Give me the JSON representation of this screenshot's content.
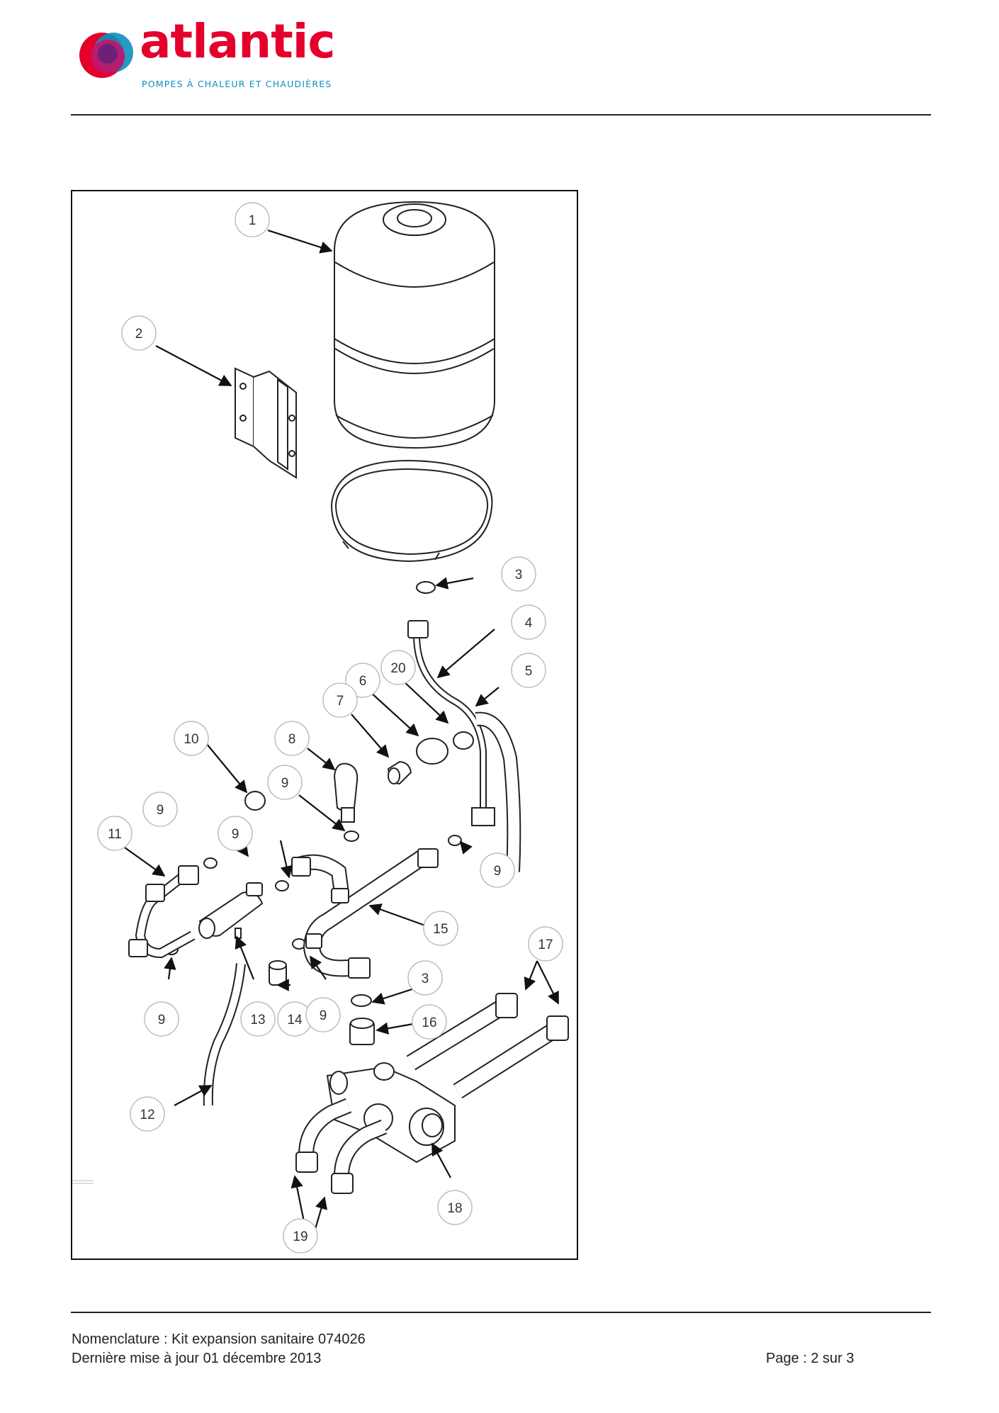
{
  "header": {
    "brand": "atlantic",
    "tagline": "POMPES À CHALEUR ET CHAUDIÈRES",
    "brand_colors": {
      "red": "#e4002b",
      "blue": "#0d8fbf",
      "purple": "#6d2077",
      "magenta": "#c4126b"
    }
  },
  "diagram": {
    "callouts": [
      {
        "num": "1"
      },
      {
        "num": "2"
      },
      {
        "num": "3"
      },
      {
        "num": "4"
      },
      {
        "num": "20"
      },
      {
        "num": "5"
      },
      {
        "num": "6"
      },
      {
        "num": "7"
      },
      {
        "num": "10"
      },
      {
        "num": "8"
      },
      {
        "num": "9"
      },
      {
        "num": "9"
      },
      {
        "num": "11"
      },
      {
        "num": "9"
      },
      {
        "num": "9"
      },
      {
        "num": "15"
      },
      {
        "num": "17"
      },
      {
        "num": "3"
      },
      {
        "num": "9"
      },
      {
        "num": "13"
      },
      {
        "num": "14"
      },
      {
        "num": "9"
      },
      {
        "num": "16"
      },
      {
        "num": "12"
      },
      {
        "num": "18"
      },
      {
        "num": "19"
      }
    ]
  },
  "footer": {
    "line1": "Nomenclature : Kit expansion sanitaire 074026",
    "line2": "Dernière mise à jour 01 décembre 2013",
    "page": "Page : 2 sur 3"
  }
}
